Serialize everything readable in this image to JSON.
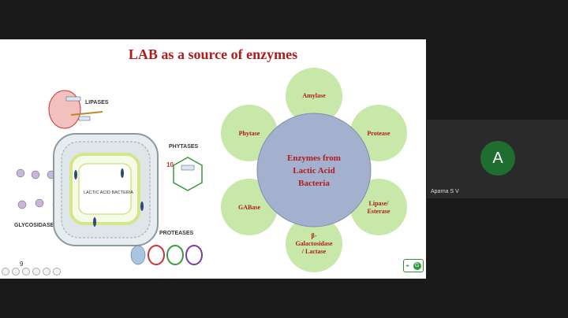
{
  "slide": {
    "title": "LAB as a source of enzymes",
    "slide_number": "9",
    "diagram_labels": {
      "lipases": "LIPASES",
      "glycosidases": "GLYCOSIDASES",
      "phytases": "PHYTASES",
      "proteases": "PROTEASES",
      "cell": "LACTIC ACID BACTERIA"
    },
    "center": [
      "Enzymes from",
      "Lactic Acid",
      "Bacteria"
    ],
    "enzymes": {
      "top": "Amylase",
      "right_top": "Protease",
      "right_bottom": [
        "Lipase/",
        "Esterase"
      ],
      "bottom": [
        "β-",
        "Galactosidase",
        "/ Lactase"
      ],
      "left_bottom": "GABase",
      "left_top": "Phytase"
    },
    "colors": {
      "title": "#b01c1c",
      "petal": "#c7e8a8",
      "center": "#a3b1cf",
      "label": "#b01c1c"
    }
  },
  "participant": {
    "initial": "A",
    "name": "Aparna S V",
    "avatar_color": "#1f6e2f"
  }
}
